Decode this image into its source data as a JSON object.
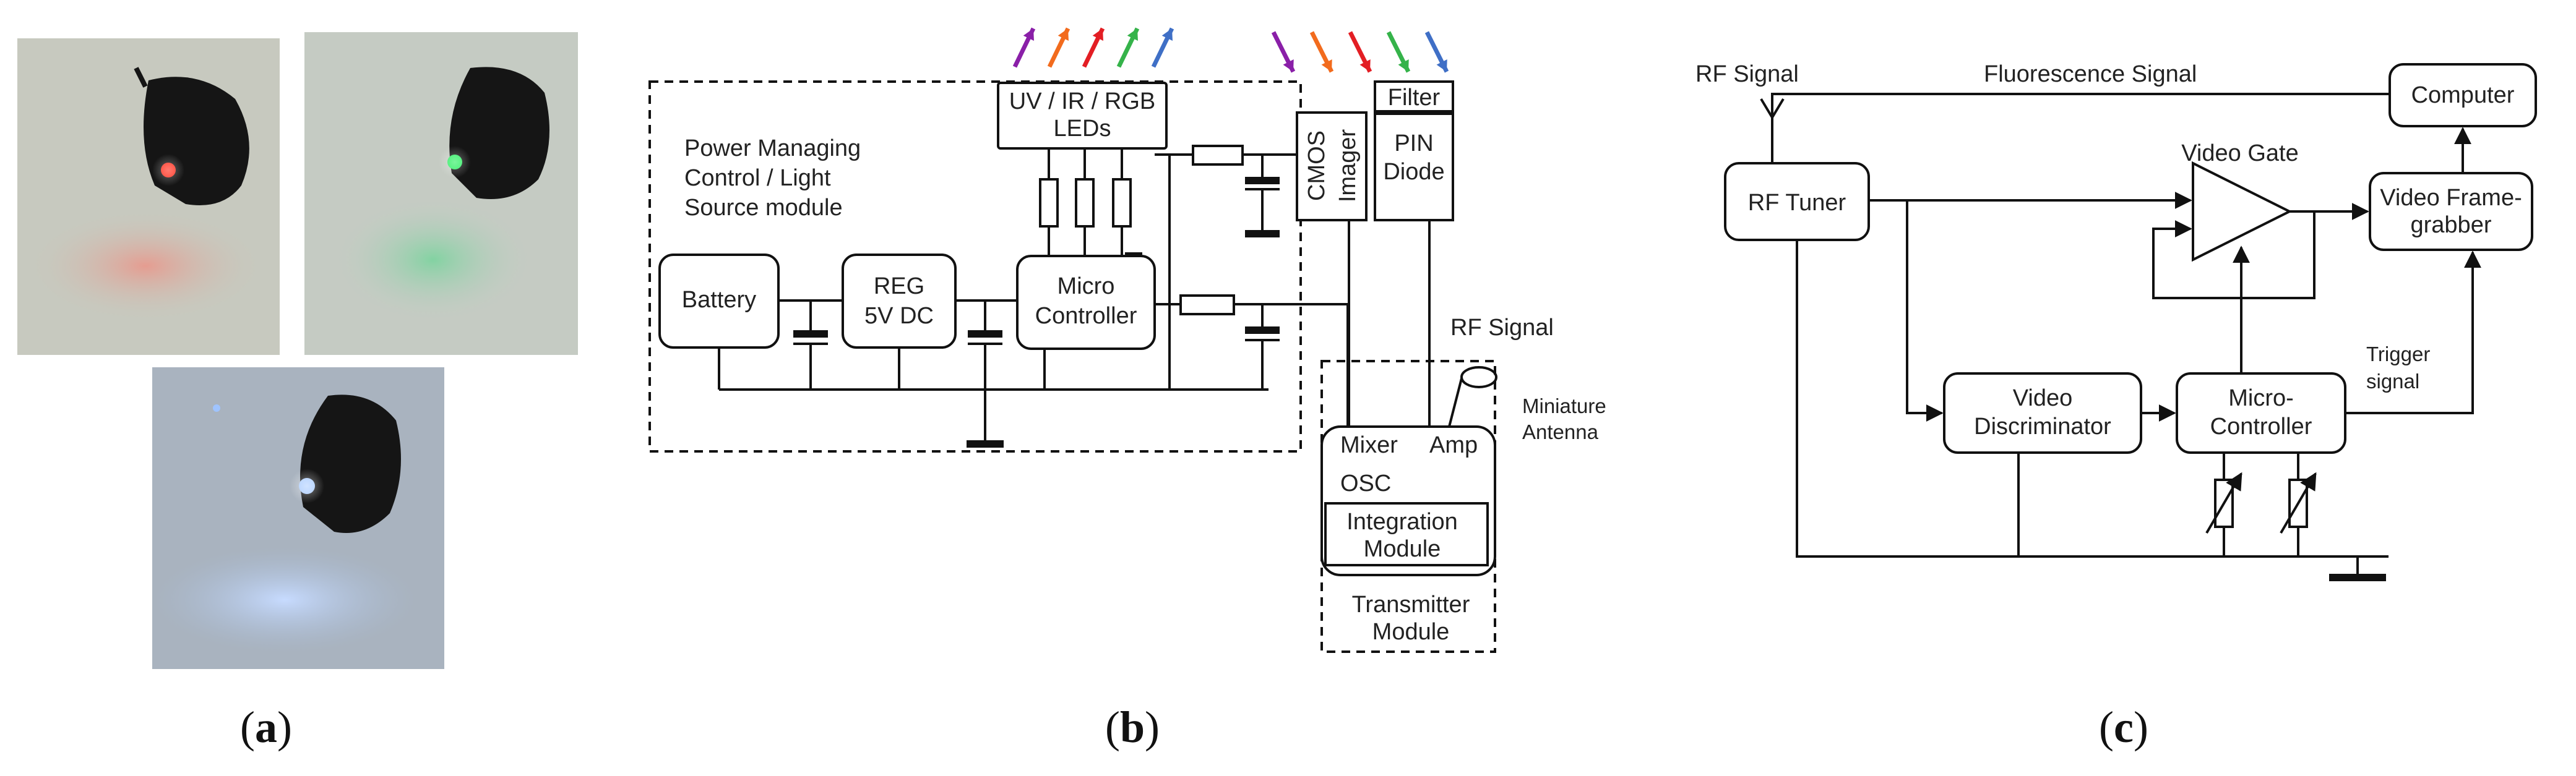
{
  "captions": {
    "a": "a",
    "b": "b",
    "c": "c"
  },
  "panel_a": {
    "photos": [
      {
        "led_color": "#ff3322",
        "glow_color": "#d98a80"
      },
      {
        "led_color": "#33ee66",
        "glow_color": "#88c9a0"
      },
      {
        "led_color": "#aaccff",
        "glow_color": "#9bb8e8"
      }
    ]
  },
  "panel_b": {
    "module_label": [
      "Power Managing",
      "Control / Light",
      "Source module"
    ],
    "leds_label": [
      "UV / IR / RGB",
      "LEDs"
    ],
    "battery": "Battery",
    "reg": [
      "REG",
      "5V DC"
    ],
    "micro": [
      "Micro",
      "Controller"
    ],
    "cmos": "CMOS",
    "imager": "Imager",
    "filter": "Filter",
    "pin": [
      "PIN",
      "Diode"
    ],
    "rf_signal": "RF Signal",
    "antenna": [
      "Miniature",
      "Antenna"
    ],
    "mixer": "Mixer",
    "amp": "Amp",
    "osc": "OSC",
    "integration": [
      "Integration",
      "Module"
    ],
    "transmitter": [
      "Transmitter",
      "Module"
    ],
    "arrow_colors": [
      "#8a1fa8",
      "#f26b1d",
      "#e31e24",
      "#35b34a",
      "#3f6fc6"
    ]
  },
  "panel_c": {
    "rf_signal": "RF Signal",
    "fluorescence": "Fluorescence Signal",
    "computer": "Computer",
    "video_gate": "Video Gate",
    "rf_tuner": "RF Tuner",
    "frame_grabber": [
      "Video Frame-",
      "grabber"
    ],
    "trigger": [
      "Trigger",
      "signal"
    ],
    "discriminator": [
      "Video",
      "Discriminator"
    ],
    "micro": [
      "Micro-",
      "Controller"
    ]
  }
}
